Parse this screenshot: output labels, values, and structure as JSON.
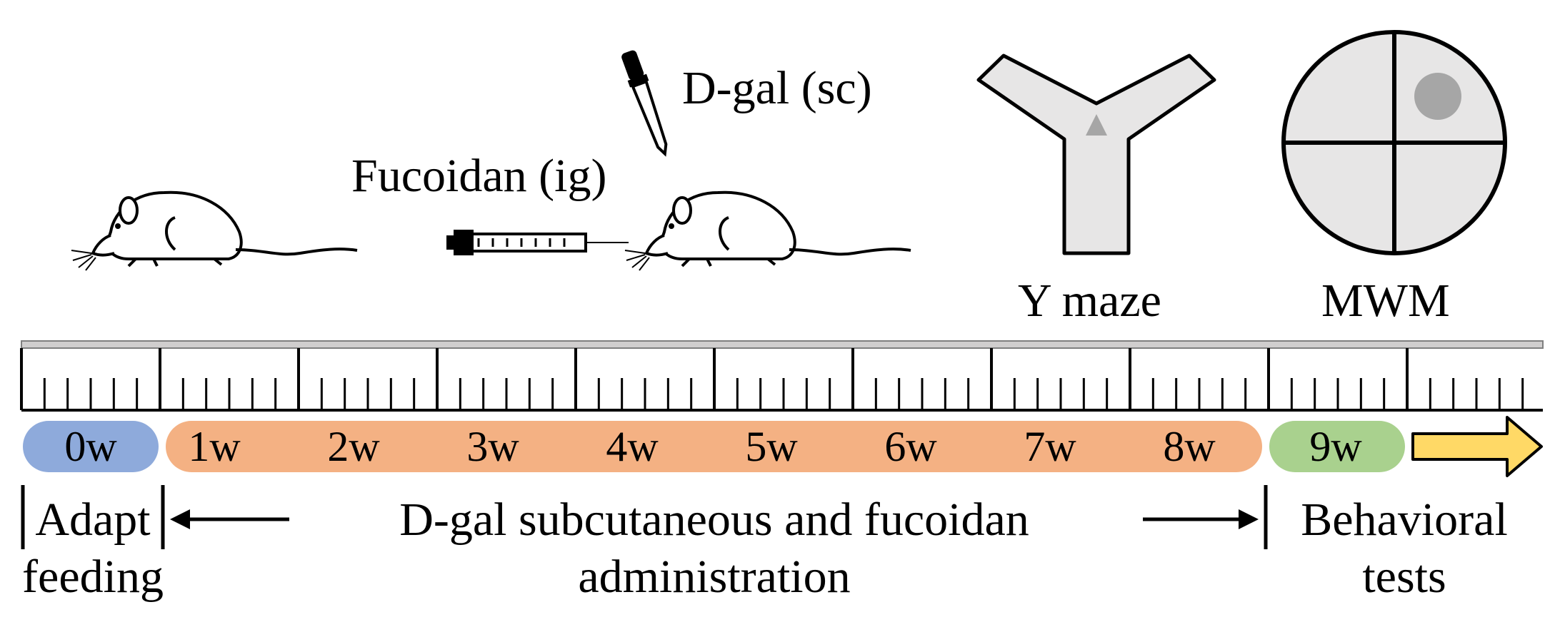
{
  "labels": {
    "dgal_sc": "D-gal (sc)",
    "fucoidan_ig": "Fucoidan (ig)",
    "y_maze": "Y maze",
    "mwm": "MWM"
  },
  "weeks": [
    "0w",
    "1w",
    "2w",
    "3w",
    "4w",
    "5w",
    "6w",
    "7w",
    "8w",
    "9w"
  ],
  "phases": {
    "adapt_line1": "Adapt",
    "adapt_line2": "feeding",
    "admin_line1": "D-gal subcutaneous and fucoidan",
    "admin_line2": "administration",
    "behav_line1": "Behavioral",
    "behav_line2": "tests"
  },
  "colors": {
    "adapt_bar": "#8eaadb",
    "admin_bar": "#f4b183",
    "behav_bar": "#a9d18e",
    "arrow": "#ffd966",
    "maze_fill": "#e7e6e6",
    "platform": "#a6a6a6"
  }
}
